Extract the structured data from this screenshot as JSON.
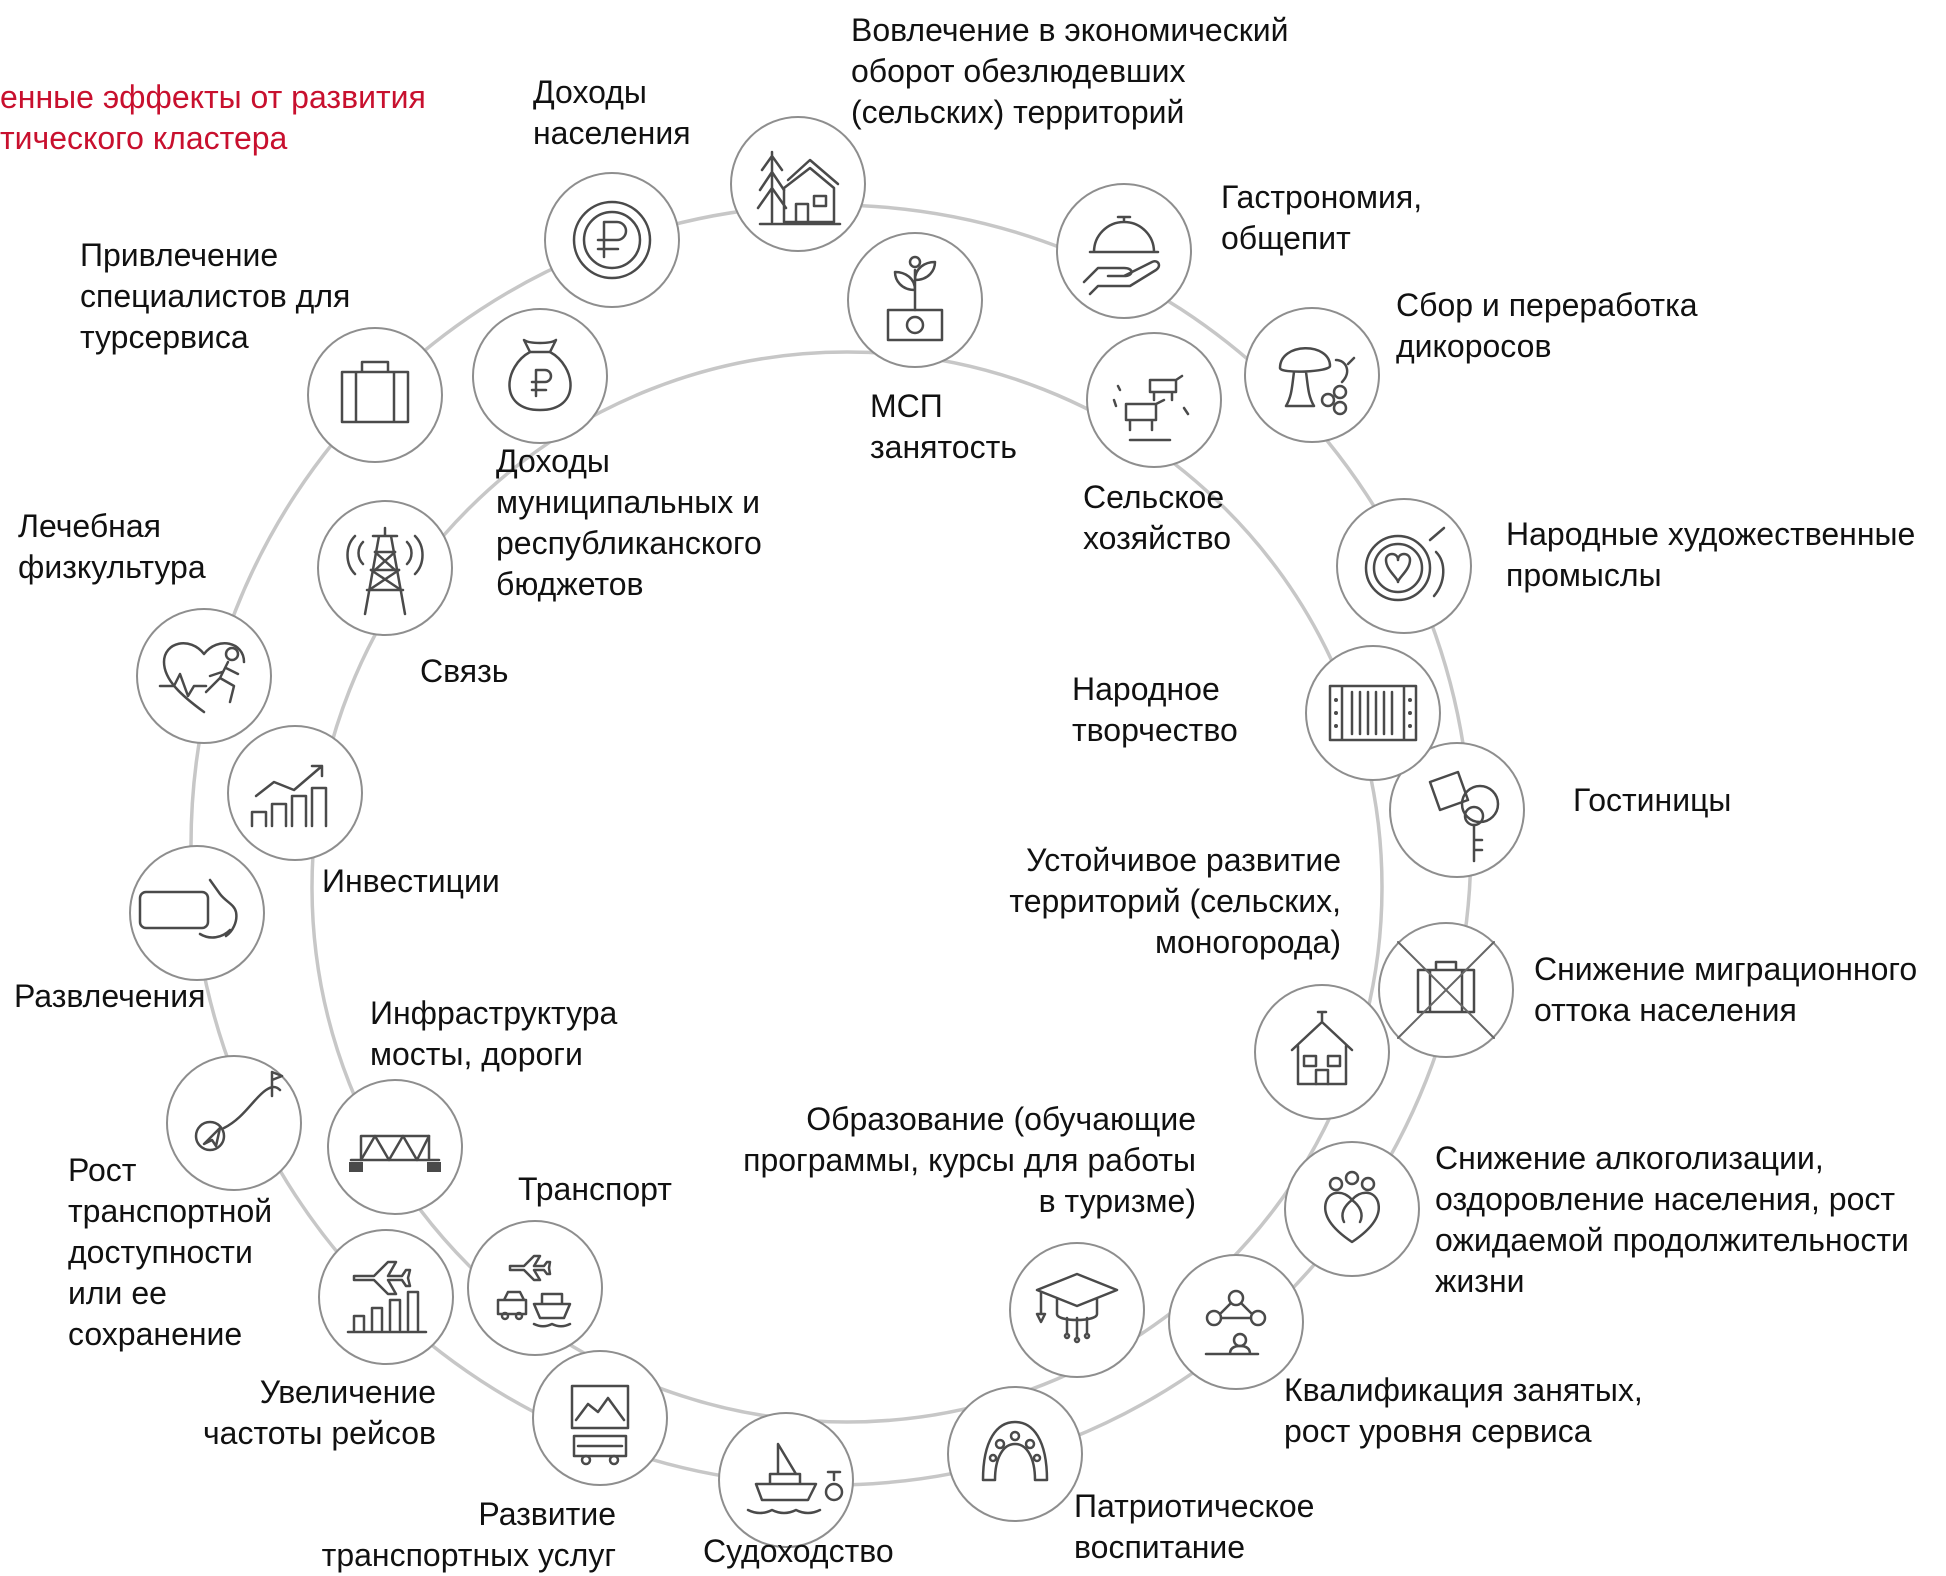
{
  "title_lines": [
    "енные эффекты от развития",
    "тического кластера"
  ],
  "colors": {
    "title": "#c8102e",
    "ring": "#c7c7c7",
    "circle_stroke": "#8e8e8e",
    "icon": "#4a4a4a"
  },
  "labels": {
    "dohody_naseleniya": [
      "Доходы",
      "населения"
    ],
    "vovlechenie": [
      "Вовлечение в экономический",
      "оборот обезлюдевших",
      "(сельских) территорий"
    ],
    "gastronomiya": [
      "Гастрономия,",
      "общепит"
    ],
    "sbor_dikorosov": [
      "Сбор и переработка",
      "дикоросов"
    ],
    "narodnye_promysly": [
      "Народные художественные",
      "промыслы"
    ],
    "gostinitsy": [
      "Гостиницы"
    ],
    "snizhenie_migratsii": [
      "Снижение миграционного",
      "оттока населения"
    ],
    "snizhenie_alkogolizatsii": [
      "Снижение алкоголизации,",
      "оздоровление населения, рост",
      "ожидаемой продолжительности",
      "жизни"
    ],
    "kvalifikatsiya": [
      "Квалификация занятых,",
      "рост уровня сервиса"
    ],
    "patrioticheskoe": [
      "Патриотическое",
      "воспитание"
    ],
    "sudokhodstvo": [
      "Судоходство"
    ],
    "razvitie_transportnykh_uslug": [
      "Развитие",
      "транспортных услуг"
    ],
    "uvelichenie_chastoty": [
      "Увеличение",
      "частоты рейсов"
    ],
    "rost_transportnoy": [
      "Рост",
      "транспортной",
      "доступности",
      "или ее",
      "сохранение"
    ],
    "razvlecheniya": [
      "Развлечения"
    ],
    "lechebnaya_fizkultura": [
      "Лечебная",
      "физкультура"
    ],
    "privlechenie_spetsialistov": [
      "Привлечение",
      "специалистов  для",
      "турсервиса"
    ],
    "msp": [
      "МСП",
      "занятость"
    ],
    "selskoe_khozyaystvo": [
      "Сельское",
      "хозяйство"
    ],
    "narodnoe_tvorchestvo": [
      "Народное",
      "творчество"
    ],
    "ustoychivoe_razvitie": [
      "Устойчивое развитие",
      "территорий (сельских,",
      "моногорода)"
    ],
    "obrazovanie": [
      "Образование (обучающие",
      "программы, курсы для работы",
      "в туризме)"
    ],
    "transport": [
      "Транспорт"
    ],
    "infrastruktura": [
      "Инфраструктура",
      "мосты, дороги"
    ],
    "investitsii": [
      "Инвестиции"
    ],
    "svyaz": [
      "Связь"
    ],
    "dokhody_byudzhetov": [
      "Доходы",
      "муниципальных и",
      "республиканского",
      "бюджетов"
    ]
  },
  "icons": {
    "dohody_naseleniya": "ruble-coin-icon",
    "vovlechenie": "village-house-icon",
    "gastronomiya": "serving-cloche-icon",
    "sbor_dikorosov": "mushroom-berries-icon",
    "narodnye_promysly": "embroidery-hoop-icon",
    "gostinitsy": "hotel-key-icon",
    "snizhenie_migratsii": "crossed-suitcase-icon",
    "snizhenie_alkogolizatsii": "people-heart-icon",
    "kvalifikatsiya": "training-network-icon",
    "patrioticheskoe": "kokoshnik-icon",
    "sudokhodstvo": "ship-icon",
    "razvitie_transportnykh_uslug": "bus-route-icon",
    "uvelichenie_chastoty": "plane-growth-chart-icon",
    "rost_transportnoy": "route-navigation-icon",
    "razvlecheniya": "smartphone-hand-icon",
    "lechebnaya_fizkultura": "heart-runner-icon",
    "privlechenie_spetsialistov": "suitcase-icon",
    "msp": "money-sprout-icon",
    "selskoe_khozyaystvo": "farm-animals-icon",
    "narodnoe_tvorchestvo": "accordion-icon",
    "ustoychivoe_razvitie": "town-house-icon",
    "obrazovanie": "graduation-cap-icon",
    "transport": "transport-modes-icon",
    "infrastruktura": "bridge-icon",
    "investitsii": "investment-chart-icon",
    "svyaz": "radio-tower-icon",
    "dokhody_byudzhetov": "money-bag-ruble-icon"
  }
}
